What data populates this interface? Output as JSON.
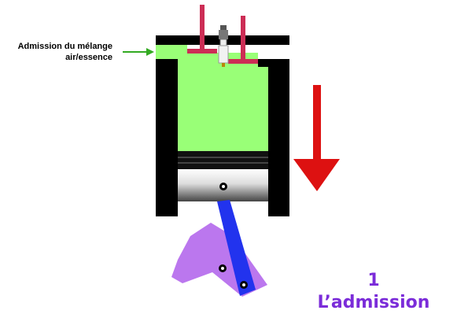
{
  "labels": {
    "intake_line1": "Admission du mélange",
    "intake_line2": "air/essence",
    "step_number": "1",
    "step_title": "L’admission"
  },
  "colors": {
    "cylinder_wall": "#000000",
    "air_fuel_mixture": "#99ff77",
    "valve": "#cc2d55",
    "arrow_green": "#33aa22",
    "motion_arrow": "#dd1111",
    "connecting_rod": "#2233ee",
    "crank": "#bb77ee",
    "step_text": "#7b2cd9"
  },
  "icons": {
    "spark_plug": "spark-plug-icon",
    "intake_arrow": "arrow-right-icon",
    "piston_motion": "arrow-down-icon"
  }
}
